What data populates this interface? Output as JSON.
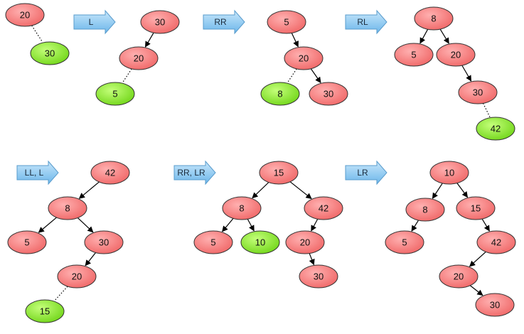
{
  "colors": {
    "node_red": "#f57a7a",
    "node_green": "#88e62a",
    "arrow_fill": "#8ec9f0",
    "edge": "#000000"
  },
  "steps": [
    {
      "label": "",
      "nodes": [
        {
          "id": "a",
          "text": "20",
          "color": "red"
        },
        {
          "id": "b",
          "text": "30",
          "color": "green"
        }
      ],
      "edges": [
        {
          "from": "a",
          "to": "b",
          "style": "dotted"
        }
      ]
    },
    {
      "label": "L",
      "nodes": [
        {
          "id": "a",
          "text": "30",
          "color": "red"
        },
        {
          "id": "b",
          "text": "20",
          "color": "red"
        },
        {
          "id": "c",
          "text": "5",
          "color": "green"
        }
      ],
      "edges": [
        {
          "from": "a",
          "to": "b",
          "style": "solid"
        },
        {
          "from": "b",
          "to": "c",
          "style": "dotted"
        }
      ]
    },
    {
      "label": "RR",
      "nodes": [
        {
          "id": "a",
          "text": "5",
          "color": "red"
        },
        {
          "id": "b",
          "text": "20",
          "color": "red"
        },
        {
          "id": "c",
          "text": "8",
          "color": "green"
        },
        {
          "id": "d",
          "text": "30",
          "color": "red"
        }
      ],
      "edges": [
        {
          "from": "a",
          "to": "b",
          "style": "solid"
        },
        {
          "from": "b",
          "to": "c",
          "style": "dotted"
        },
        {
          "from": "b",
          "to": "d",
          "style": "solid"
        }
      ]
    },
    {
      "label": "RL",
      "nodes": [
        {
          "id": "a",
          "text": "8",
          "color": "red"
        },
        {
          "id": "b",
          "text": "5",
          "color": "red"
        },
        {
          "id": "c",
          "text": "20",
          "color": "red"
        },
        {
          "id": "d",
          "text": "30",
          "color": "red"
        },
        {
          "id": "e",
          "text": "42",
          "color": "green"
        }
      ],
      "edges": [
        {
          "from": "a",
          "to": "b",
          "style": "solid"
        },
        {
          "from": "a",
          "to": "c",
          "style": "solid"
        },
        {
          "from": "c",
          "to": "d",
          "style": "solid"
        },
        {
          "from": "d",
          "to": "e",
          "style": "dotted"
        }
      ]
    },
    {
      "label": "LL, L",
      "nodes": [
        {
          "id": "a",
          "text": "42",
          "color": "red"
        },
        {
          "id": "b",
          "text": "8",
          "color": "red"
        },
        {
          "id": "c",
          "text": "5",
          "color": "red"
        },
        {
          "id": "d",
          "text": "30",
          "color": "red"
        },
        {
          "id": "e",
          "text": "20",
          "color": "red"
        },
        {
          "id": "f",
          "text": "15",
          "color": "green"
        }
      ],
      "edges": [
        {
          "from": "a",
          "to": "b",
          "style": "solid"
        },
        {
          "from": "b",
          "to": "c",
          "style": "solid"
        },
        {
          "from": "b",
          "to": "d",
          "style": "solid"
        },
        {
          "from": "d",
          "to": "e",
          "style": "solid"
        },
        {
          "from": "e",
          "to": "f",
          "style": "dotted"
        }
      ]
    },
    {
      "label": "RR, LR",
      "nodes": [
        {
          "id": "a",
          "text": "15",
          "color": "red"
        },
        {
          "id": "b",
          "text": "8",
          "color": "red"
        },
        {
          "id": "c",
          "text": "42",
          "color": "red"
        },
        {
          "id": "d",
          "text": "5",
          "color": "red"
        },
        {
          "id": "e",
          "text": "10",
          "color": "green"
        },
        {
          "id": "f",
          "text": "20",
          "color": "red"
        },
        {
          "id": "g",
          "text": "30",
          "color": "red"
        }
      ],
      "edges": [
        {
          "from": "a",
          "to": "b",
          "style": "solid"
        },
        {
          "from": "a",
          "to": "c",
          "style": "solid"
        },
        {
          "from": "b",
          "to": "d",
          "style": "solid"
        },
        {
          "from": "b",
          "to": "e",
          "style": "solid"
        },
        {
          "from": "c",
          "to": "f",
          "style": "solid"
        },
        {
          "from": "f",
          "to": "g",
          "style": "solid"
        }
      ]
    },
    {
      "label": "LR",
      "nodes": [
        {
          "id": "a",
          "text": "10",
          "color": "red"
        },
        {
          "id": "b",
          "text": "8",
          "color": "red"
        },
        {
          "id": "c",
          "text": "15",
          "color": "red"
        },
        {
          "id": "d",
          "text": "5",
          "color": "red"
        },
        {
          "id": "e",
          "text": "42",
          "color": "red"
        },
        {
          "id": "f",
          "text": "20",
          "color": "red"
        },
        {
          "id": "g",
          "text": "30",
          "color": "red"
        }
      ],
      "edges": [
        {
          "from": "a",
          "to": "b",
          "style": "solid"
        },
        {
          "from": "a",
          "to": "c",
          "style": "solid"
        },
        {
          "from": "b",
          "to": "d",
          "style": "solid"
        },
        {
          "from": "c",
          "to": "e",
          "style": "solid"
        },
        {
          "from": "e",
          "to": "f",
          "style": "solid"
        },
        {
          "from": "f",
          "to": "g",
          "style": "solid"
        }
      ]
    }
  ]
}
